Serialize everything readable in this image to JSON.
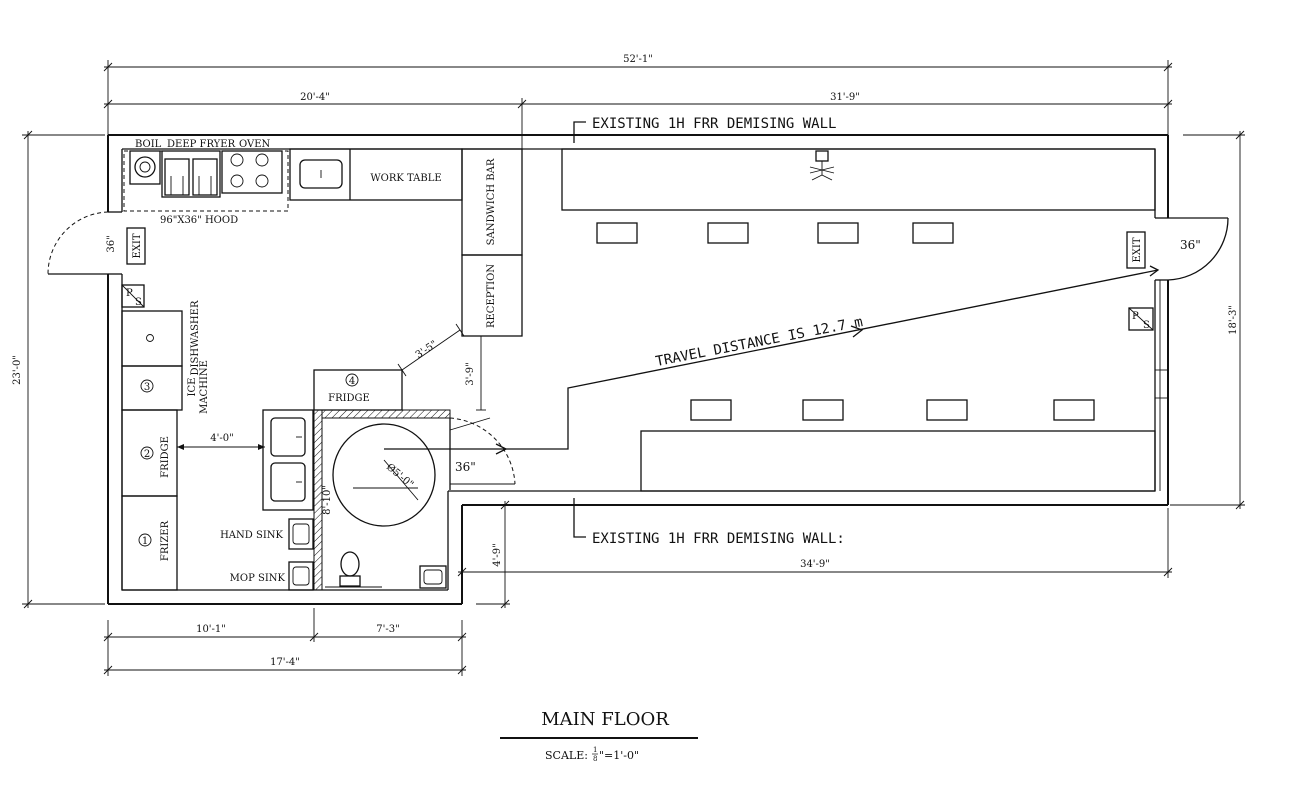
{
  "dimensions": {
    "overall_width": "52'-1\"",
    "left_width": "20'-4\"",
    "right_width": "31'-9\"",
    "overall_height": "23'-0\"",
    "right_height": "18'-3\"",
    "bottom_left_1": "10'-1\"",
    "bottom_left_2": "7'-3\"",
    "bottom_left_total": "17'-4\"",
    "bottom_right": "34'-9\"",
    "notch_height": "4'-9\"",
    "clearance_4ft": "4'-0\"",
    "receipt_clearance": "3'-9\"",
    "diag_clearance": "3'-5\"",
    "restroom_height": "8'-10\"",
    "turning_circle": "Ø5'-0\""
  },
  "labels": {
    "demising_wall_top": "EXISTING 1H FRR DEMISING WALL",
    "demising_wall_bottom": "EXISTING 1H FRR DEMISING WALL:",
    "travel_distance": "TRAVEL DISTANCE IS 12.7 m",
    "door_width": "36\"",
    "exit": "EXIT",
    "ps": "P/S",
    "p": "P",
    "s": "S"
  },
  "equipment": {
    "boil": "BOIL",
    "deep_fryer": "DEEP FRYER",
    "oven": "OVEN",
    "hood": "96\"X36\" HOOD",
    "work_table": "WORK TABLE",
    "sandwich_bar": "SANDWICH BAR",
    "reception": "RECEPTION",
    "dishwasher": "DISHWASHER",
    "ice_machine_1": "ICE",
    "ice_machine_2": "MACHINE",
    "fridge": "FRIDGE",
    "frizer": "FRIZER",
    "hand_sink": "HAND SINK",
    "mop_sink": "MOP SINK",
    "tag_1": "1",
    "tag_2": "2",
    "tag_3": "3",
    "tag_4": "4"
  },
  "title_block": {
    "title": "MAIN FLOOR",
    "scale_prefix": "SCALE:",
    "scale_num": "1",
    "scale_den": "8",
    "scale_suffix": "\"=1'-0\""
  }
}
